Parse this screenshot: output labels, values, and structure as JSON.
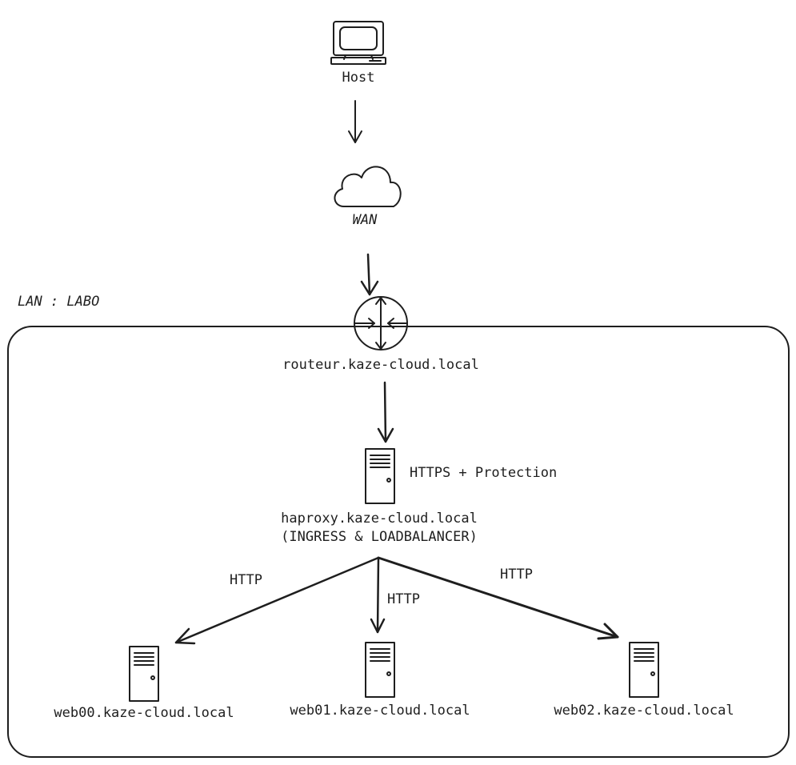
{
  "lan_label": "LAN : LABO",
  "nodes": {
    "host": "Host",
    "wan": "WAN",
    "router": "routeur.kaze-cloud.local",
    "haproxy": "haproxy.kaze-cloud.local",
    "haproxy_role": "(INGRESS & LOADBALANCER)",
    "haproxy_note": "HTTPS + Protection",
    "web00": "web00.kaze-cloud.local",
    "web01": "web01.kaze-cloud.local",
    "web02": "web02.kaze-cloud.local"
  },
  "edges": {
    "to_web00": "HTTP",
    "to_web01": "HTTP",
    "to_web02": "HTTP"
  },
  "colors": {
    "stroke": "#1e1e1e",
    "background": "#ffffff"
  }
}
